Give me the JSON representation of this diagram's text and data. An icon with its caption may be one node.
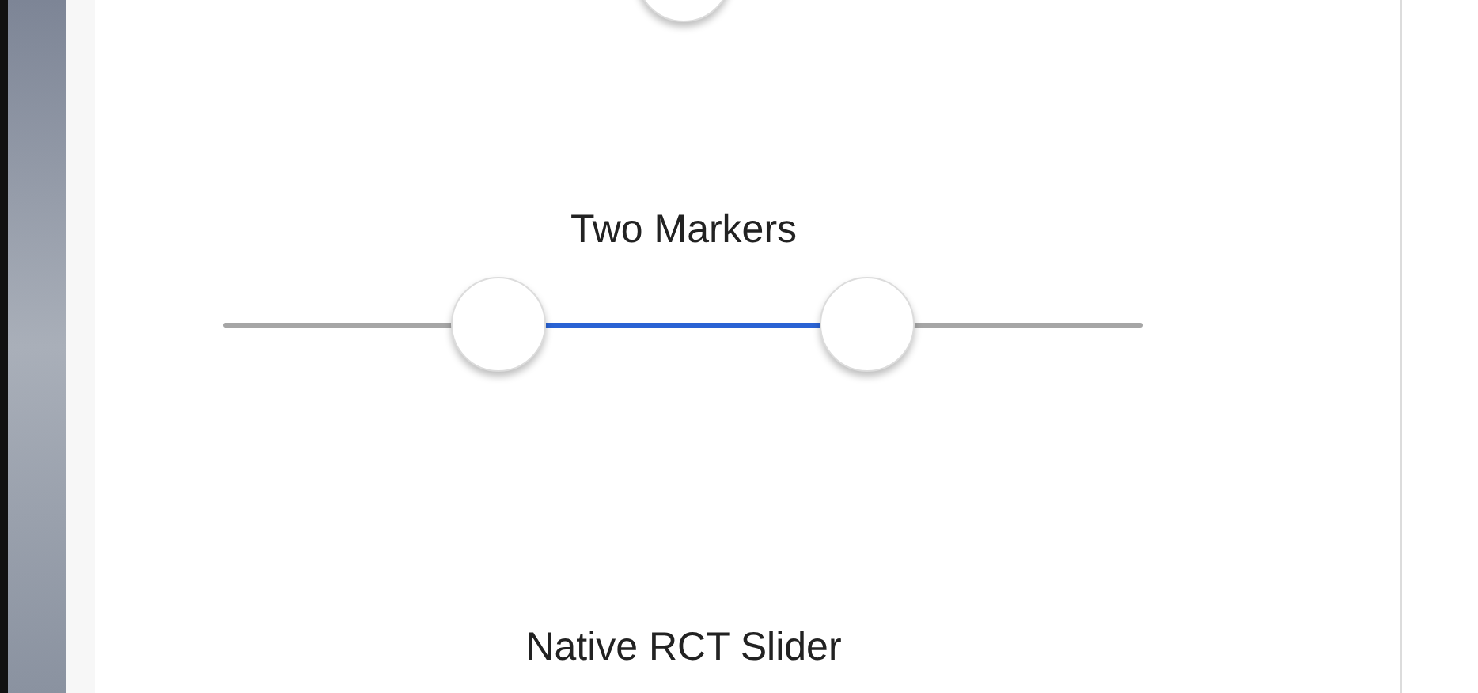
{
  "diagram": {
    "nodes": [
      {
        "text": [],
        "shape": "bar"
      }
    ],
    "labels": [
      "Two Markers",
      "Native RCT Slider"
    ]
  }
}
